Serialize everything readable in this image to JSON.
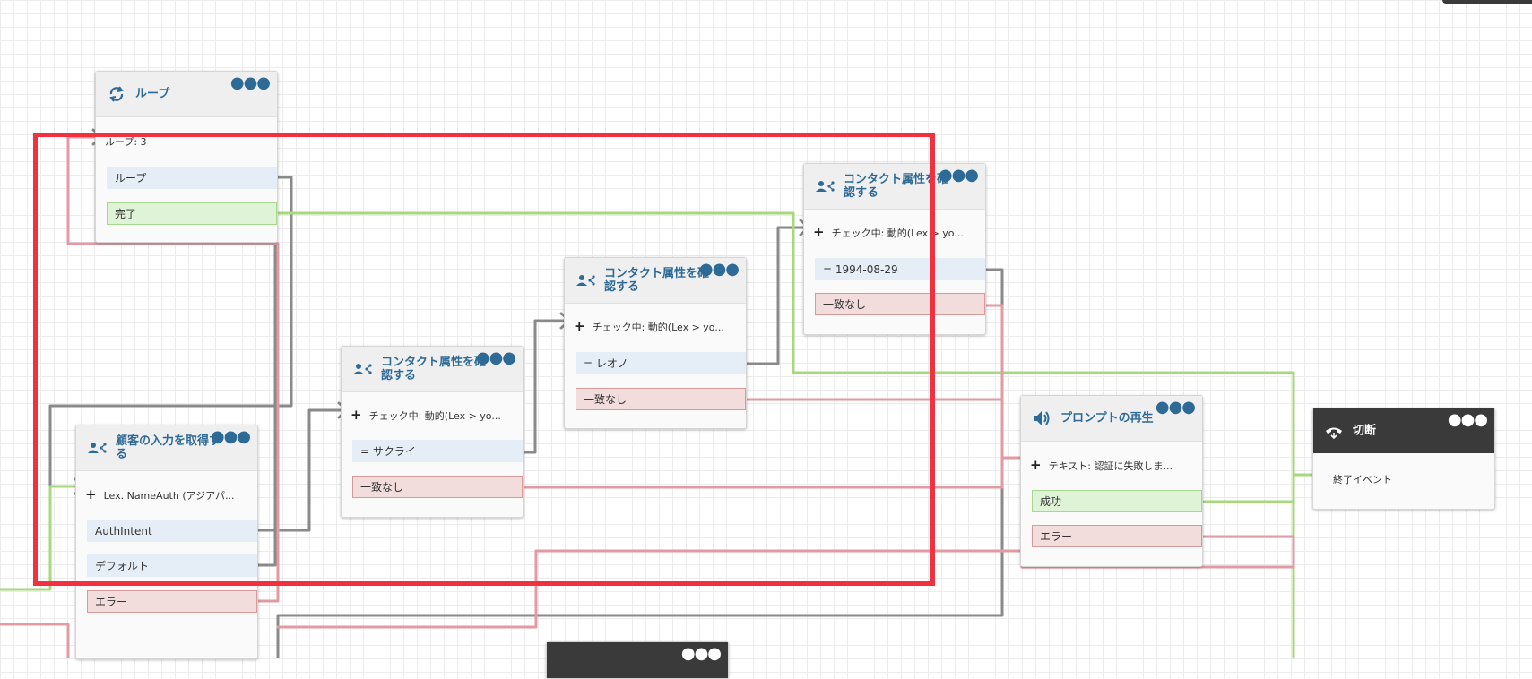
{
  "loop_block": {
    "title": "ループ",
    "param": "ループ: 3",
    "branches": [
      "ループ",
      "完了"
    ],
    "icon": "loop-icon"
  },
  "get_input_block": {
    "title": "顧客の入力を取得する",
    "param": "Lex. NameAuth (アジアパ...",
    "branches": [
      "AuthIntent",
      "デフォルト",
      "エラー"
    ],
    "icon": "input-icon"
  },
  "check1_block": {
    "title": "コンタクト属性を確認する",
    "param": "チェック中: 動的(Lex > yo...",
    "branches": [
      "= サクライ",
      "一致なし"
    ],
    "icon": "attribute-icon"
  },
  "check2_block": {
    "title": "コンタクト属性を確認する",
    "param": "チェック中: 動的(Lex > yo...",
    "branches": [
      "= レオノ",
      "一致なし"
    ],
    "icon": "attribute-icon"
  },
  "check3_block": {
    "title": "コンタクト属性を確認する",
    "param": "チェック中: 動的(Lex > yo...",
    "branches": [
      "= 1994-08-29",
      "一致なし"
    ],
    "icon": "attribute-icon"
  },
  "prompt_block": {
    "title": "プロンプトの再生",
    "param": "テキスト: 認証に失敗しま...",
    "branches": [
      "成功",
      "エラー"
    ],
    "icon": "speaker-icon"
  },
  "disconnect_block": {
    "title": "切断",
    "param": "終了イベント",
    "icon": "phone-hangup-icon"
  },
  "colors": {
    "accent": "#2d6a96",
    "highlight": "#f2303f",
    "wire_gray": "#8a8a8a",
    "wire_green": "#a6d87c",
    "wire_red": "#e29aa3"
  }
}
